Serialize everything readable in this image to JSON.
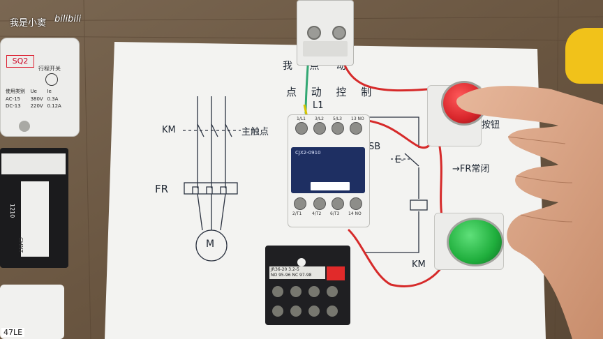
{
  "watermark": {
    "channel": "我是小窦",
    "site": "bilibili"
  },
  "limit_switch": {
    "tag": "SQ2",
    "type": "行程开关",
    "table_header": [
      "使用类别",
      "Ue",
      "Ie"
    ],
    "rows": [
      [
        "AC-15",
        "380V",
        "0.3A"
      ],
      [
        "DC-13",
        "220V",
        "0.12A"
      ]
    ]
  },
  "contactor": {
    "brand": "CJX2-0910",
    "top_terminals": [
      "1/L1",
      "3/L2",
      "5/L3",
      "13 NO"
    ],
    "bottom_terminals": [
      "2/T1",
      "4/T2",
      "6/T3",
      "14 NO"
    ]
  },
  "overload_relay": {
    "label_lines": [
      "JR36-20 3.2-5",
      "NO 95-96 NC 97-98"
    ]
  },
  "left_contactor": {
    "brand": "CHNT",
    "model": "1210"
  },
  "bottom_left_label": "47LE",
  "handwriting": {
    "title_line1": "我 点 动",
    "title_line2": "点 动 控 制",
    "km_main": "KM",
    "main_contact": "主触点",
    "fr": "FR",
    "motor": "M",
    "l1": "L1",
    "sb": "SB",
    "e_label": "E-",
    "button_note": "按钮",
    "fr_note": "→FR常闭",
    "km_coil": "KM"
  },
  "colors": {
    "stop_button": "#d8262b",
    "start_button": "#1fae3c",
    "wire": "#d62a2a",
    "contactor_body": "#f2f2f0",
    "contactor_front": "#1e2f62",
    "overload_body": "#1f1f22",
    "overload_red": "#e12a2a"
  }
}
